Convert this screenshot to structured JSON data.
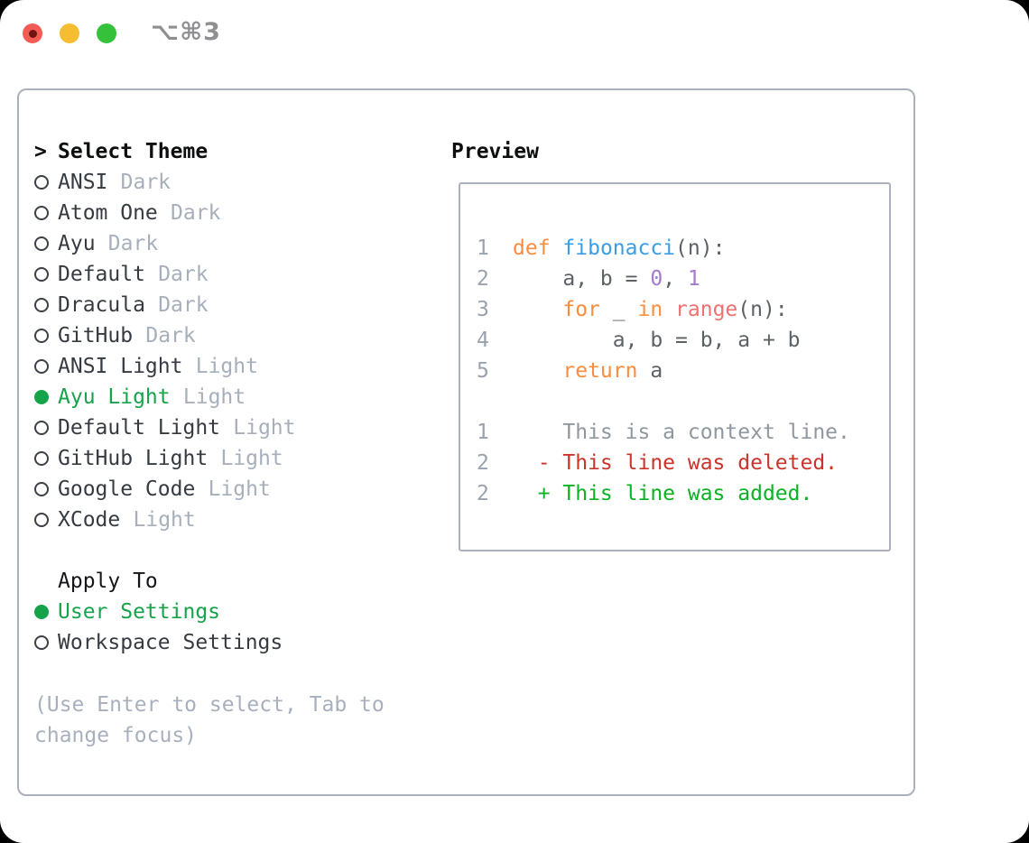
{
  "window": {
    "shortcut_label": "⌥⌘3",
    "traffic_lights": [
      "close",
      "minimize",
      "zoom"
    ],
    "colors": {
      "traffic_red": "#f45b55",
      "traffic_yellow": "#f6bd31",
      "traffic_green": "#35c13a"
    }
  },
  "theme_panel": {
    "prompt": ">",
    "title": "Select Theme",
    "selection_green": "#16a34a",
    "themes": [
      {
        "name": "ANSI",
        "variant": "Dark",
        "selected": false
      },
      {
        "name": "Atom One",
        "variant": "Dark",
        "selected": false
      },
      {
        "name": "Ayu",
        "variant": "Dark",
        "selected": false
      },
      {
        "name": "Default",
        "variant": "Dark",
        "selected": false
      },
      {
        "name": "Dracula",
        "variant": "Dark",
        "selected": false
      },
      {
        "name": "GitHub",
        "variant": "Dark",
        "selected": false
      },
      {
        "name": "ANSI Light",
        "variant": "Light",
        "selected": false
      },
      {
        "name": "Ayu Light",
        "variant": "Light",
        "selected": true
      },
      {
        "name": "Default Light",
        "variant": "Light",
        "selected": false
      },
      {
        "name": "GitHub Light",
        "variant": "Light",
        "selected": false
      },
      {
        "name": "Google Code",
        "variant": "Light",
        "selected": false
      },
      {
        "name": "XCode",
        "variant": "Light",
        "selected": false
      }
    ],
    "apply_to": {
      "title": "Apply To",
      "options": [
        {
          "name": "User Settings",
          "selected": true
        },
        {
          "name": "Workspace Settings",
          "selected": false
        }
      ]
    },
    "hint": "(Use Enter to select, Tab to change focus)"
  },
  "preview": {
    "title": "Preview",
    "colors": {
      "keyword": "#fa8d3e",
      "function": "#399ee6",
      "number": "#a37acc",
      "builtin": "#f07171",
      "plain": "#5c6166",
      "context": "#8f979f",
      "deleted": "#c9342b",
      "added": "#0db224",
      "line_number": "#9aa2ae"
    },
    "code_lines": [
      {
        "number": "1",
        "tokens": [
          {
            "c": "keyword",
            "t": "def"
          },
          {
            "c": "plain",
            "t": " "
          },
          {
            "c": "function",
            "t": "fibonacci"
          },
          {
            "c": "plain",
            "t": "(n):"
          }
        ]
      },
      {
        "number": "2",
        "tokens": [
          {
            "c": "plain",
            "t": "    a, b = "
          },
          {
            "c": "number",
            "t": "0"
          },
          {
            "c": "plain",
            "t": ", "
          },
          {
            "c": "number",
            "t": "1"
          }
        ]
      },
      {
        "number": "3",
        "tokens": [
          {
            "c": "plain",
            "t": "    "
          },
          {
            "c": "keyword",
            "t": "for"
          },
          {
            "c": "plain",
            "t": " _ "
          },
          {
            "c": "keyword",
            "t": "in"
          },
          {
            "c": "plain",
            "t": " "
          },
          {
            "c": "builtin",
            "t": "range"
          },
          {
            "c": "plain",
            "t": "(n):"
          }
        ]
      },
      {
        "number": "4",
        "tokens": [
          {
            "c": "plain",
            "t": "        a, b = b, a + b"
          }
        ]
      },
      {
        "number": "5",
        "tokens": [
          {
            "c": "plain",
            "t": "    "
          },
          {
            "c": "keyword",
            "t": "return"
          },
          {
            "c": "plain",
            "t": " a"
          }
        ]
      },
      {
        "number": "",
        "tokens": []
      },
      {
        "number": "1",
        "tokens": [
          {
            "c": "context",
            "t": "    This is a context line."
          }
        ]
      },
      {
        "number": "2",
        "tokens": [
          {
            "c": "deleted",
            "t": "  - This line was deleted."
          }
        ]
      },
      {
        "number": "2",
        "tokens": [
          {
            "c": "added",
            "t": "  + This line was added."
          }
        ]
      }
    ]
  }
}
